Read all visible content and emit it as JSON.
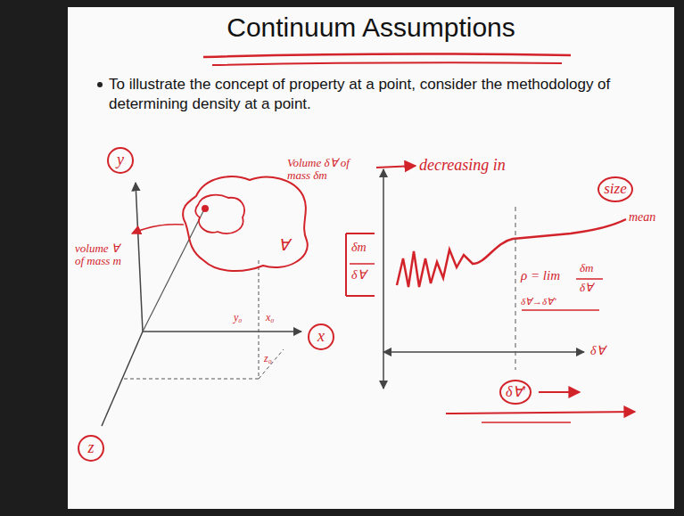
{
  "diagram": {
    "title": "Continuum Assumptions",
    "nodes": [
      {
        "text": [
          "∀"
        ]
      },
      {
        "text": [
          "y"
        ]
      },
      {
        "text": [
          "x"
        ]
      },
      {
        "text": [
          "z"
        ]
      },
      {
        "text": [
          "size"
        ]
      },
      {
        "text": [
          "δ∀'"
        ]
      }
    ],
    "labels": [
      "To illustrate the concept of property at a point, consider the methodology of determining density at a point.",
      "volume ∀ of mass m",
      "y₀",
      "x₀",
      "z₀",
      "Volume δ∀ of mass δm",
      "decreasing in",
      "mean",
      "δm",
      "δ∀",
      "ρ = lim",
      "δ∀→δ∀'",
      "δm",
      "δ∀",
      "δ∀"
    ]
  }
}
